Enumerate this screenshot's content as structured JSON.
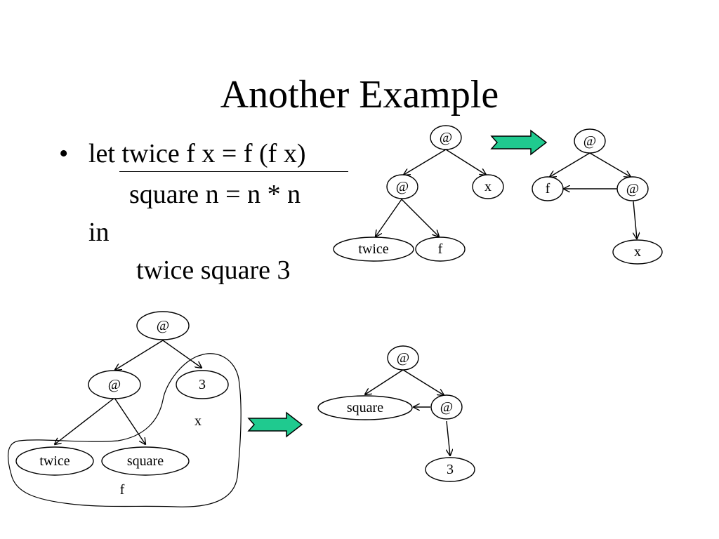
{
  "slide": {
    "title": "Another Example",
    "bullet": "•",
    "code_lines": [
      "let twice f x = f (f x)",
      "square n = n * n",
      "in",
      "twice square 3"
    ]
  },
  "diagrams": {
    "twice_before": {
      "root": "@",
      "app": "@",
      "x": "x",
      "twice": "twice",
      "f": "f"
    },
    "twice_after": {
      "root": "@",
      "f": "f",
      "app": "@",
      "x": "x"
    },
    "example_before": {
      "root": "@",
      "app": "@",
      "three": "3",
      "twice": "twice",
      "square": "square",
      "x_label": "x",
      "f_label": "f"
    },
    "example_after": {
      "root": "@",
      "square": "square",
      "app": "@",
      "three": "3"
    }
  },
  "colors": {
    "arrow_fill": "#1fca8f",
    "stroke": "#000000"
  }
}
